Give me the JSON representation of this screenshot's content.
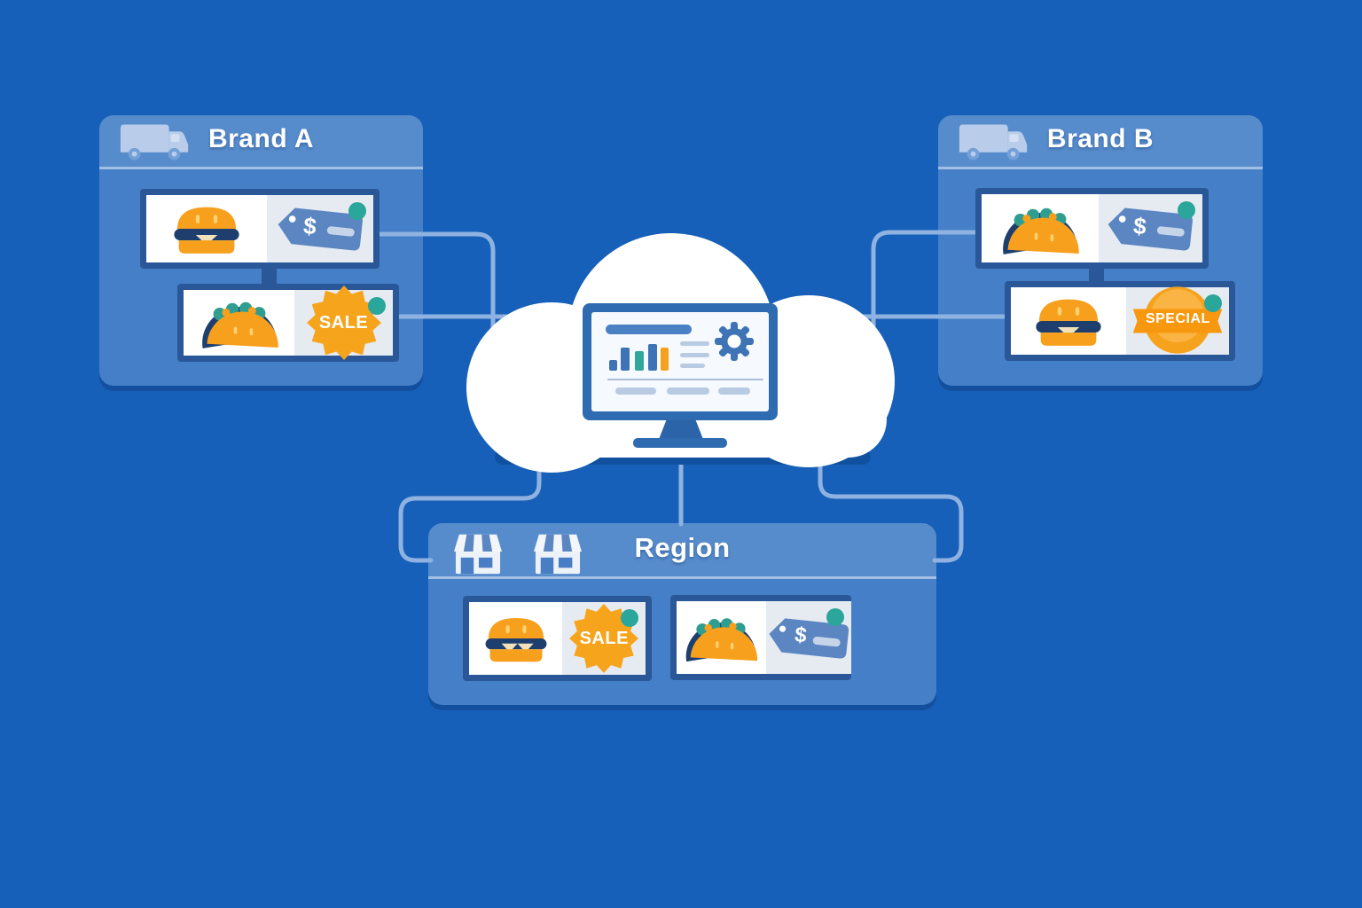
{
  "brand_a": {
    "title": "Brand A",
    "icon": "truck-icon",
    "cards": [
      {
        "food": "burger-icon",
        "label_type": "price-tag",
        "tag_symbol": "$"
      },
      {
        "food": "taco-icon",
        "label_type": "sale-badge",
        "badge_text": "SALE"
      }
    ]
  },
  "brand_b": {
    "title": "Brand B",
    "icon": "truck-icon",
    "cards": [
      {
        "food": "taco-icon",
        "label_type": "price-tag",
        "tag_symbol": "$"
      },
      {
        "food": "burger-icon",
        "label_type": "special-badge",
        "badge_text": "SPECIAL"
      }
    ]
  },
  "region": {
    "title": "Region",
    "icon": "storefront-icon",
    "cards": [
      {
        "food": "burger-icon",
        "label_type": "sale-badge",
        "badge_text": "SALE"
      },
      {
        "food": "taco-icon",
        "label_type": "price-tag",
        "tag_symbol": "$"
      }
    ]
  },
  "hub": {
    "icon": "cloud-icon",
    "screen": {
      "elements": [
        "title-bar",
        "bar-chart",
        "text-lines",
        "gear-icon",
        "footer-pills"
      ],
      "bar_chart": {
        "type": "bar",
        "values": [
          12,
          26,
          22,
          30,
          26
        ],
        "colors": [
          "#3e74b5",
          "#3e74b5",
          "#2fa79b",
          "#3e74b5",
          "#f7a01d"
        ]
      }
    }
  },
  "colors": {
    "background": "#1760b9",
    "panel": "rgba(255,255,255,0.20)",
    "card_border": "#2a5798",
    "tag_blue": "#5b86c2",
    "badge_orange": "#f7a41d",
    "teal_dot": "#2ba69a",
    "food_navy": "#1e3f6e",
    "food_orange": "#f7a01d",
    "lettuce_teal": "#2f9e90",
    "connector_line": "#8fb2e0",
    "monitor_blue": "#2e6bb0"
  }
}
